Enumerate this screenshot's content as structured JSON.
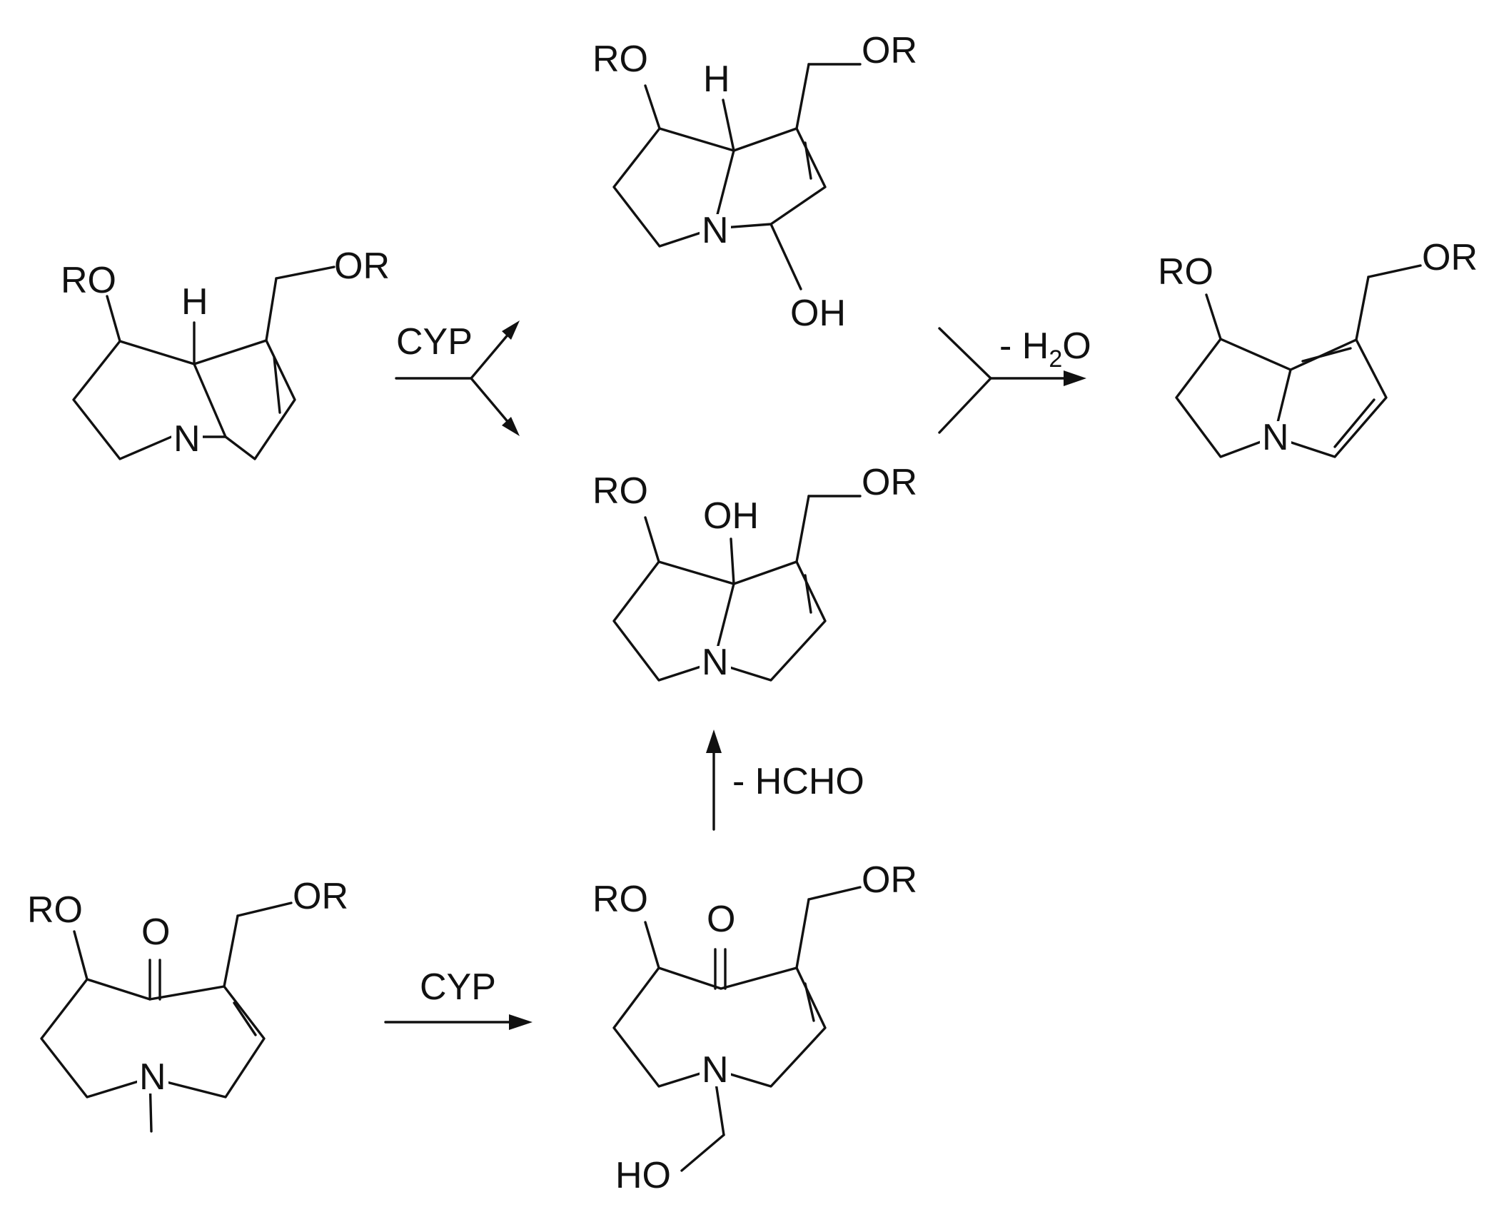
{
  "labels": {
    "ro": "RO",
    "or": "OR",
    "n": "N",
    "h": "H",
    "oh": "OH",
    "ho": "HO",
    "o": "O"
  },
  "reagents": {
    "cyp_top": "CYP",
    "cyp_bottom": "CYP",
    "water_loss_prefix": "- H",
    "water_loss_sub": "2",
    "water_loss_suffix": "O",
    "formaldehyde_loss": "- HCHO"
  },
  "colors": {
    "ink": "#111111",
    "background": "#ffffff"
  }
}
